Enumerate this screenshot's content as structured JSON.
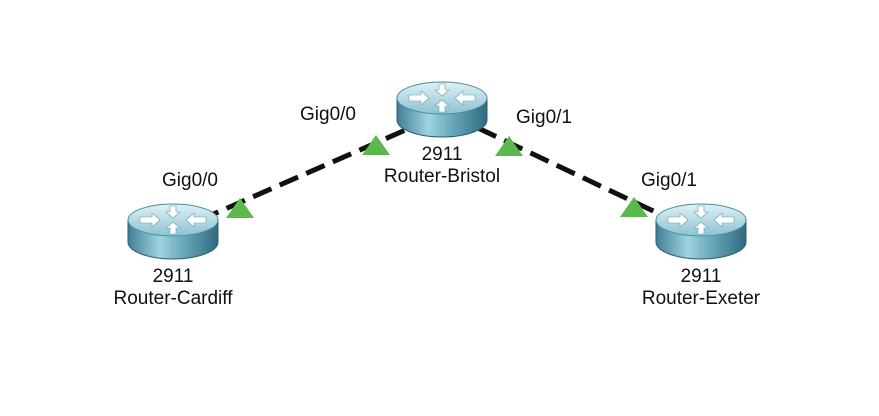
{
  "status_color": "#5bb84a",
  "link_color": "#111111",
  "routers": {
    "cardiff": {
      "model": "2911",
      "name": "Router-Cardiff",
      "icon": "router-icon"
    },
    "bristol": {
      "model": "2911",
      "name": "Router-Bristol",
      "icon": "router-icon"
    },
    "exeter": {
      "model": "2911",
      "name": "Router-Exeter",
      "icon": "router-icon"
    }
  },
  "links": [
    {
      "from": "cardiff",
      "from_port": "Gig0/0",
      "from_status": "up",
      "to": "bristol",
      "to_port": "Gig0/0",
      "to_status": "up"
    },
    {
      "from": "bristol",
      "from_port": "Gig0/1",
      "from_status": "up",
      "to": "exeter",
      "to_port": "Gig0/1",
      "to_status": "up"
    }
  ]
}
